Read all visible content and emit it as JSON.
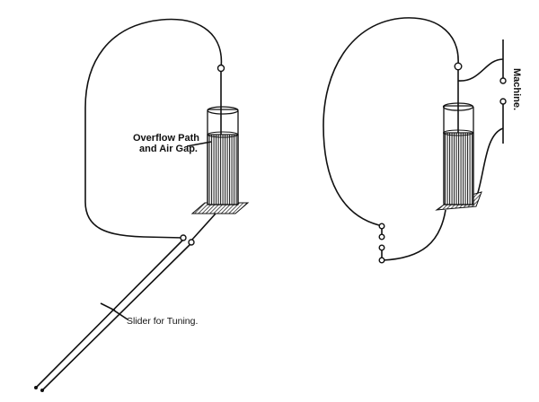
{
  "labels": {
    "overflow_line1": "Overflow Path",
    "overflow_line2": "and Air Gap.",
    "slider": "Slider for Tuning.",
    "machine": "Machine."
  },
  "colors": {
    "ink": "#111111",
    "paper": "#ffffff"
  }
}
